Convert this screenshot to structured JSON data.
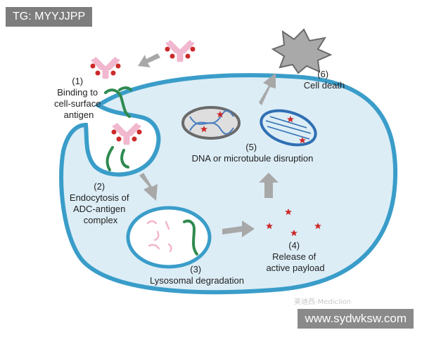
{
  "watermark": {
    "tag": "TG: MYYJJPP",
    "url": "www.sydwksw.com",
    "small": "美迪西-Medicilon"
  },
  "steps": [
    {
      "num": "(1)",
      "lines": [
        "Binding to",
        "cell-surface",
        "antigen"
      ]
    },
    {
      "num": "(2)",
      "lines": [
        "Endocytosis of",
        "ADC-antigen",
        "complex"
      ]
    },
    {
      "num": "(3)",
      "lines": [
        "Lysosomal degradation"
      ]
    },
    {
      "num": "(4)",
      "lines": [
        "Release of",
        "active payload"
      ]
    },
    {
      "num": "(5)",
      "lines": [
        "DNA or microtubule disruption"
      ]
    },
    {
      "num": "(6)",
      "lines": [
        "Cell death"
      ]
    }
  ],
  "colors": {
    "cell_fill": "#dcedf6",
    "cell_stroke": "#3a9dc9",
    "arrow": "#a8a8a8",
    "antibody": "#f1b7ce",
    "payload": "#cc2a2a",
    "antigen": "#2f8a4f",
    "dna_strand": "#4a7fc0",
    "mito": "#2f6fb3",
    "dead_cell": "#a9a9a9"
  }
}
